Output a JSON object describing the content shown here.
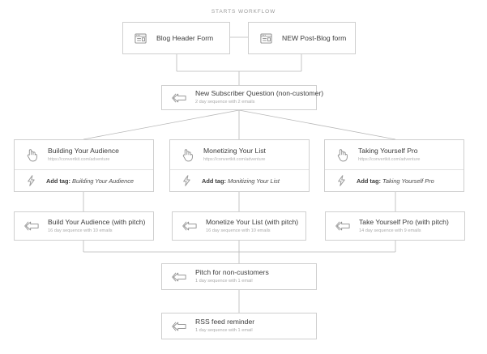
{
  "caption": "STARTS WORKFLOW",
  "nodes": {
    "blog_header_form": {
      "title": "Blog Header Form",
      "icon": "form-icon"
    },
    "new_post_blog_form": {
      "title": "NEW Post-Blog form",
      "icon": "form-icon"
    },
    "new_subscriber_question": {
      "title": "New Subscriber Question (non-customer)",
      "subtitle": "2 day sequence with 2 emails",
      "icon": "sequence-icon"
    },
    "building_your_audience": {
      "title": "Building Your Audience",
      "url": "https://convertkit.com/adventure",
      "icon": "click-icon",
      "action_prefix": "Add tag:",
      "action_value": "Building Your Audience",
      "action_icon": "bolt-icon"
    },
    "monetizing_your_list": {
      "title": "Monetizing Your List",
      "url": "https://convertkit.com/adventure",
      "icon": "click-icon",
      "action_prefix": "Add tag:",
      "action_value": "Monitizing Your List",
      "action_icon": "bolt-icon"
    },
    "taking_yourself_pro": {
      "title": "Taking Yourself Pro",
      "url": "https://convertkit.com/adventure",
      "icon": "click-icon",
      "action_prefix": "Add tag:",
      "action_value": "Taking Yourself Pro",
      "action_icon": "bolt-icon"
    },
    "build_audience_pitch": {
      "title": "Build Your Audience (with pitch)",
      "subtitle": "16 day sequence with 10 emails",
      "icon": "sequence-icon"
    },
    "monetize_list_pitch": {
      "title": "Monetize Your List (with pitch)",
      "subtitle": "16 day sequence with 10 emails",
      "icon": "sequence-icon"
    },
    "take_yourself_pro_pitch": {
      "title": "Take Yourself Pro (with pitch)",
      "subtitle": "14 day sequence with 9 emails",
      "icon": "sequence-icon"
    },
    "pitch_non_customers": {
      "title": "Pitch for non-customers",
      "subtitle": "1 day sequence with 1 email",
      "icon": "sequence-icon"
    },
    "rss_feed_reminder": {
      "title": "RSS feed reminder",
      "subtitle": "1 day sequence with 1 email",
      "icon": "sequence-icon"
    }
  },
  "colors": {
    "border": "#cfcfcf",
    "connector": "#b8b8b8",
    "title_text": "#3c3c3c",
    "muted_text": "#a9a9a9",
    "icon": "#8d8d8d",
    "background": "#ffffff"
  }
}
